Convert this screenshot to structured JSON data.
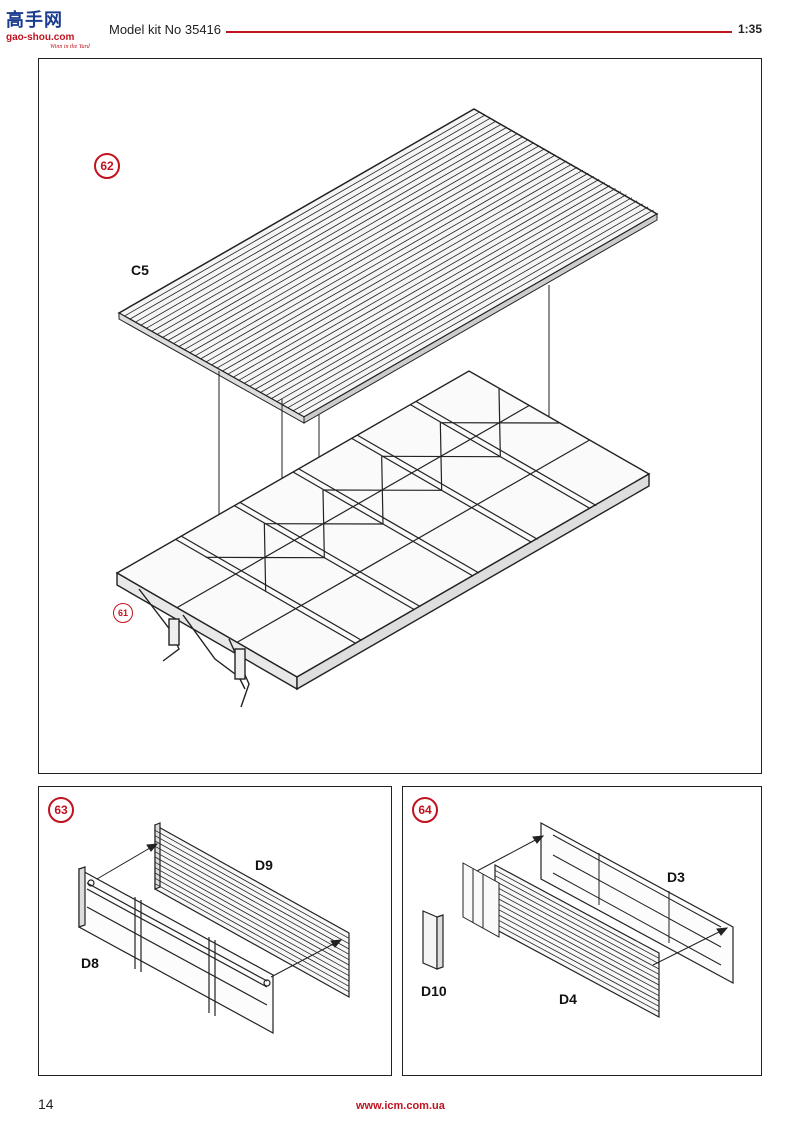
{
  "header": {
    "logo_cn": "高手网",
    "logo_site": "gao-shou.com",
    "logo_tag": "Winn in the Yard",
    "kit_title": "Model kit No 35416",
    "scale": "1:35"
  },
  "steps": {
    "s62": {
      "number": "62",
      "parts": {
        "c5": "C5"
      },
      "ref": "61"
    },
    "s63": {
      "number": "63",
      "parts": {
        "d9": "D9",
        "d8": "D8"
      }
    },
    "s64": {
      "number": "64",
      "parts": {
        "d3": "D3",
        "d10": "D10",
        "d4": "D4"
      }
    }
  },
  "footer": {
    "page_number": "14",
    "website": "www.icm.com.ua"
  },
  "colors": {
    "accent": "#c1121f",
    "line": "#222222"
  }
}
